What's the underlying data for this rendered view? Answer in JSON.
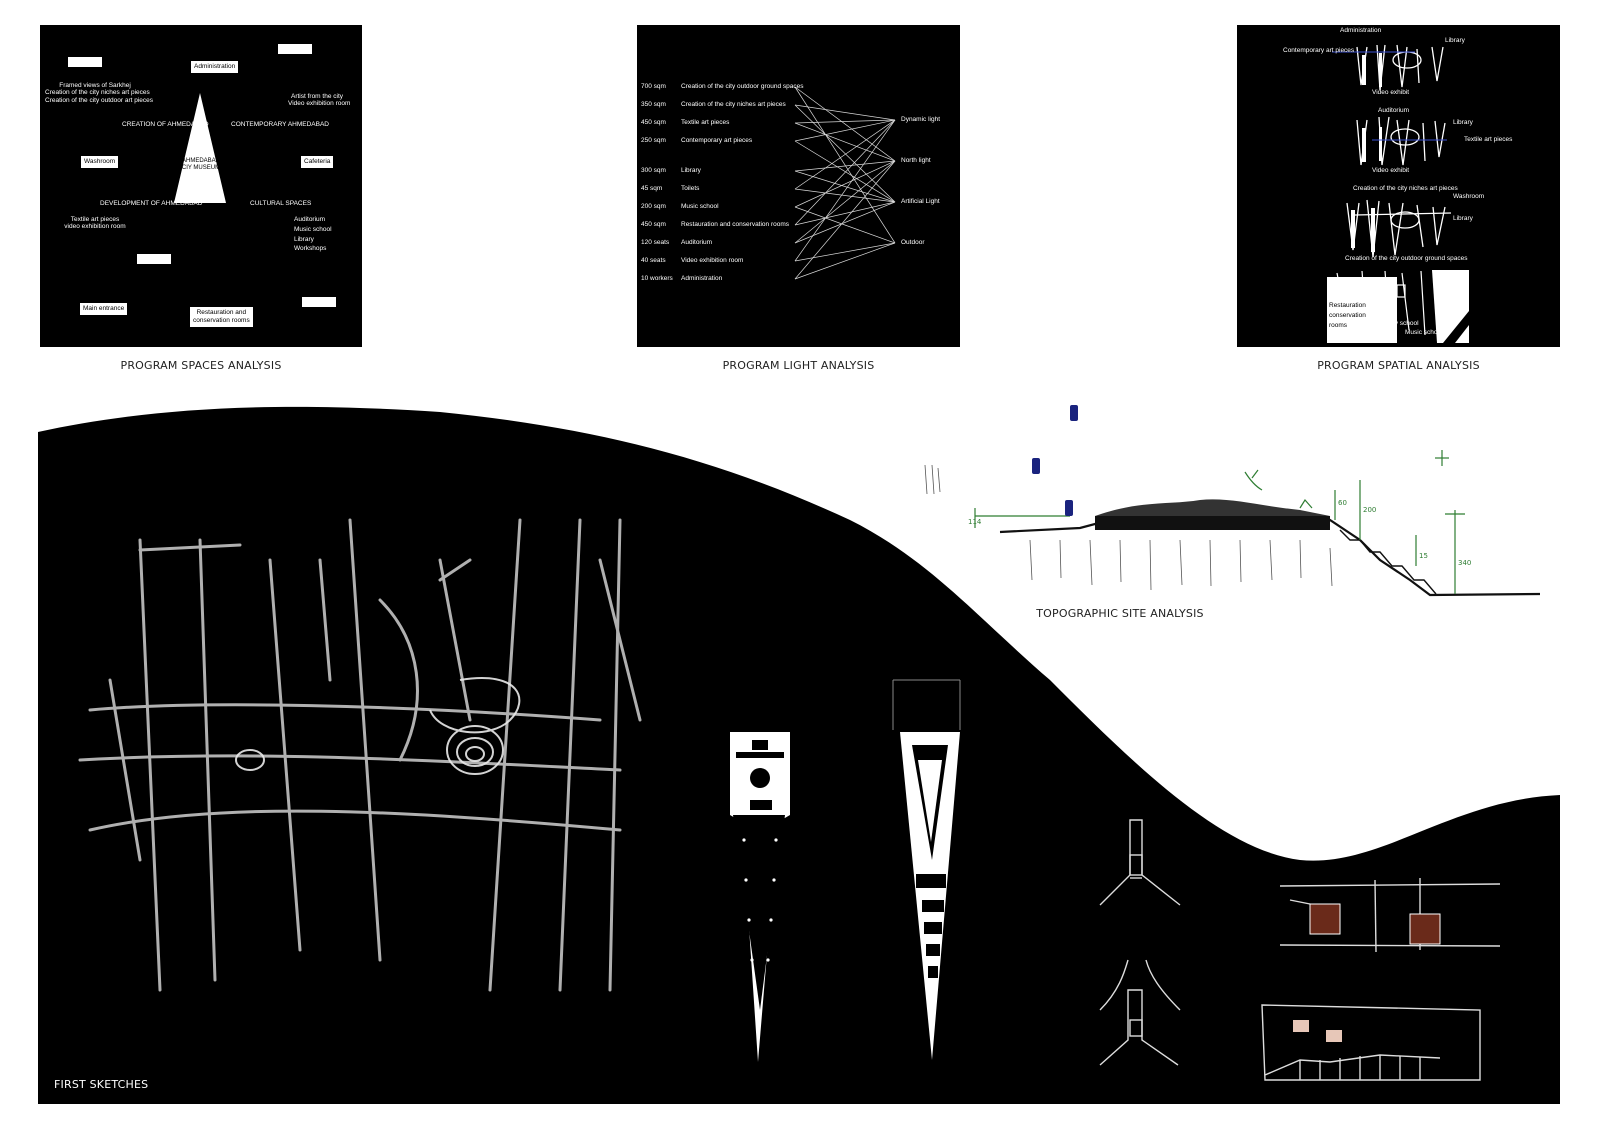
{
  "spaces": {
    "caption": "PROGRAM SPACES ANALYSIS",
    "center": [
      "AHMEDABAD",
      "CIY MUSEUM"
    ],
    "boxes": {
      "administration": "Administration",
      "washroom": "Washroom",
      "cafeteria": "Cafeteria",
      "main_entrance": "Main entrance",
      "restauration": [
        "Restauration and",
        "conservation rooms"
      ]
    },
    "labels": {
      "creation_list": [
        "Framed views of Sarkhej",
        "Creation of the city niches art pieces",
        "Creation of the city outdoor art pieces"
      ],
      "artist_list": [
        "Artist from the city",
        "Video exhibition room"
      ],
      "creation": "CREATION OF AHMEDABAD",
      "contemporary": "CONTEMPORARY AHMEDABAD",
      "development": "DEVELOPMENT OF AHMEDABAD",
      "cultural": "CULTURAL SPACES",
      "textile_list": [
        "Textile art pieces",
        "video exhibition room"
      ],
      "auditorium_list": [
        "Auditorium",
        "Music school",
        "Library",
        "Workshops"
      ]
    }
  },
  "light": {
    "caption": "PROGRAM LIGHT ANALYSIS",
    "rows": [
      {
        "qty": "700 sqm",
        "name": "Creation of the city outdoor ground spaces"
      },
      {
        "qty": "350 sqm",
        "name": "Creation of the city niches art pieces"
      },
      {
        "qty": "450 sqm",
        "name": "Textile art pieces"
      },
      {
        "qty": "250 sqm",
        "name": "Contemporary art pieces"
      },
      {
        "qty": "300 sqm",
        "name": "Library"
      },
      {
        "qty": "45 sqm",
        "name": "Toilets"
      },
      {
        "qty": "200 sqm",
        "name": "Music school"
      },
      {
        "qty": "450 sqm",
        "name": "Restauration and conservation rooms"
      },
      {
        "qty": "120 seats",
        "name": "Auditorium"
      },
      {
        "qty": "40 seats",
        "name": "Video exhibition room"
      },
      {
        "qty": "10 workers",
        "name": "Administration"
      }
    ],
    "targets": [
      "Dynamic light",
      "North light",
      "Artificial Light",
      "Outdoor"
    ]
  },
  "spatial": {
    "caption": "PROGRAM SPATIAL ANALYSIS",
    "labels": {
      "administration": "Administration",
      "contemporary": "Contemporary art pieces",
      "library1": "Library",
      "video1": "Video exhibit",
      "auditorium": "Auditorium",
      "library2": "Library",
      "textile": "Textile art pieces",
      "video2": "Video exhibit",
      "niches": "Creation of the city niches art pieces",
      "washroom": "Washroom",
      "library3": "Library",
      "outdoor": "Creation of the city outdoor ground spaces",
      "restauration": [
        "Restauration",
        "conservation",
        "rooms"
      ],
      "clay": "Clay school",
      "music": "Music school"
    }
  },
  "site": {
    "caption": "TOPOGRAPHIC SITE ANALYSIS",
    "dims": [
      "114",
      "60",
      "200",
      "15",
      "340"
    ]
  },
  "sketches": {
    "caption": "FIRST SKETCHES"
  },
  "colors": {
    "panel": "#000000",
    "ink": "#ffffff",
    "caption": "#222222",
    "dimension_green": "#2e7d32",
    "figure_blue": "#1a237e",
    "accent_line": "#3a4fd0"
  }
}
